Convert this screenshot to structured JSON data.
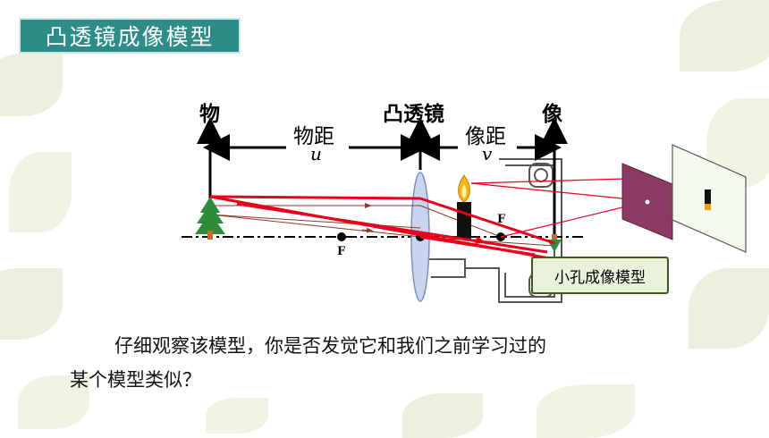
{
  "slide": {
    "title": "凸透镜成像模型"
  },
  "diagram": {
    "object_label": "物",
    "lens_label": "凸透镜",
    "image_label": "像",
    "object_distance_label": "物距",
    "object_distance_symbol": "u",
    "image_distance_label": "像距",
    "image_distance_symbol": "v",
    "focus_left_label": "F",
    "focus_right_label": "F",
    "pinhole_model_label": "小孔成像模型"
  },
  "colors": {
    "title_bg": "#2f8b87",
    "ray_red": "#e8001c",
    "lens_fill": "#c9d4ef",
    "screen_purple": "#8c3a63",
    "badge_bg": "#e8f2da"
  },
  "body": {
    "paragraph_line1": "仔细观察该模型，你是否发觉它和我们之前学习过的",
    "paragraph_line2": "某个模型类似？"
  }
}
